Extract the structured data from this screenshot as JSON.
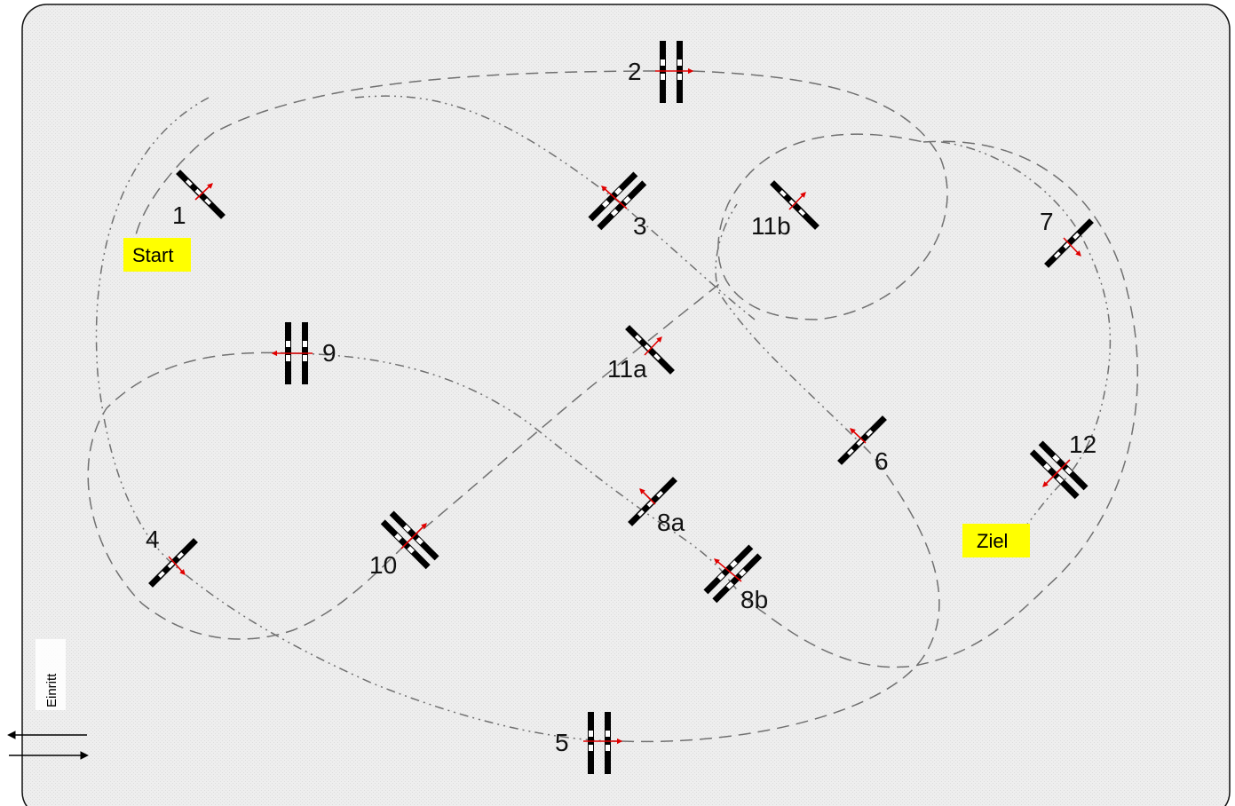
{
  "labels": {
    "start": "Start",
    "finish": "Ziel",
    "entry": "Einritt"
  },
  "obstacles": {
    "o1": "1",
    "o2": "2",
    "o3": "3",
    "o4": "4",
    "o5": "5",
    "o6": "6",
    "o7": "7",
    "o8a": "8a",
    "o8b": "8b",
    "o9": "9",
    "o10": "10",
    "o11a": "11a",
    "o11b": "11b",
    "o12": "12"
  },
  "colors": {
    "arena_fill": "#ececec",
    "arena_border": "#111111",
    "route_line": "#666666",
    "pole_black": "#000000",
    "pole_white": "#ffffff",
    "direction_arrow": "#e00000",
    "label_bg": "#ffff00"
  }
}
